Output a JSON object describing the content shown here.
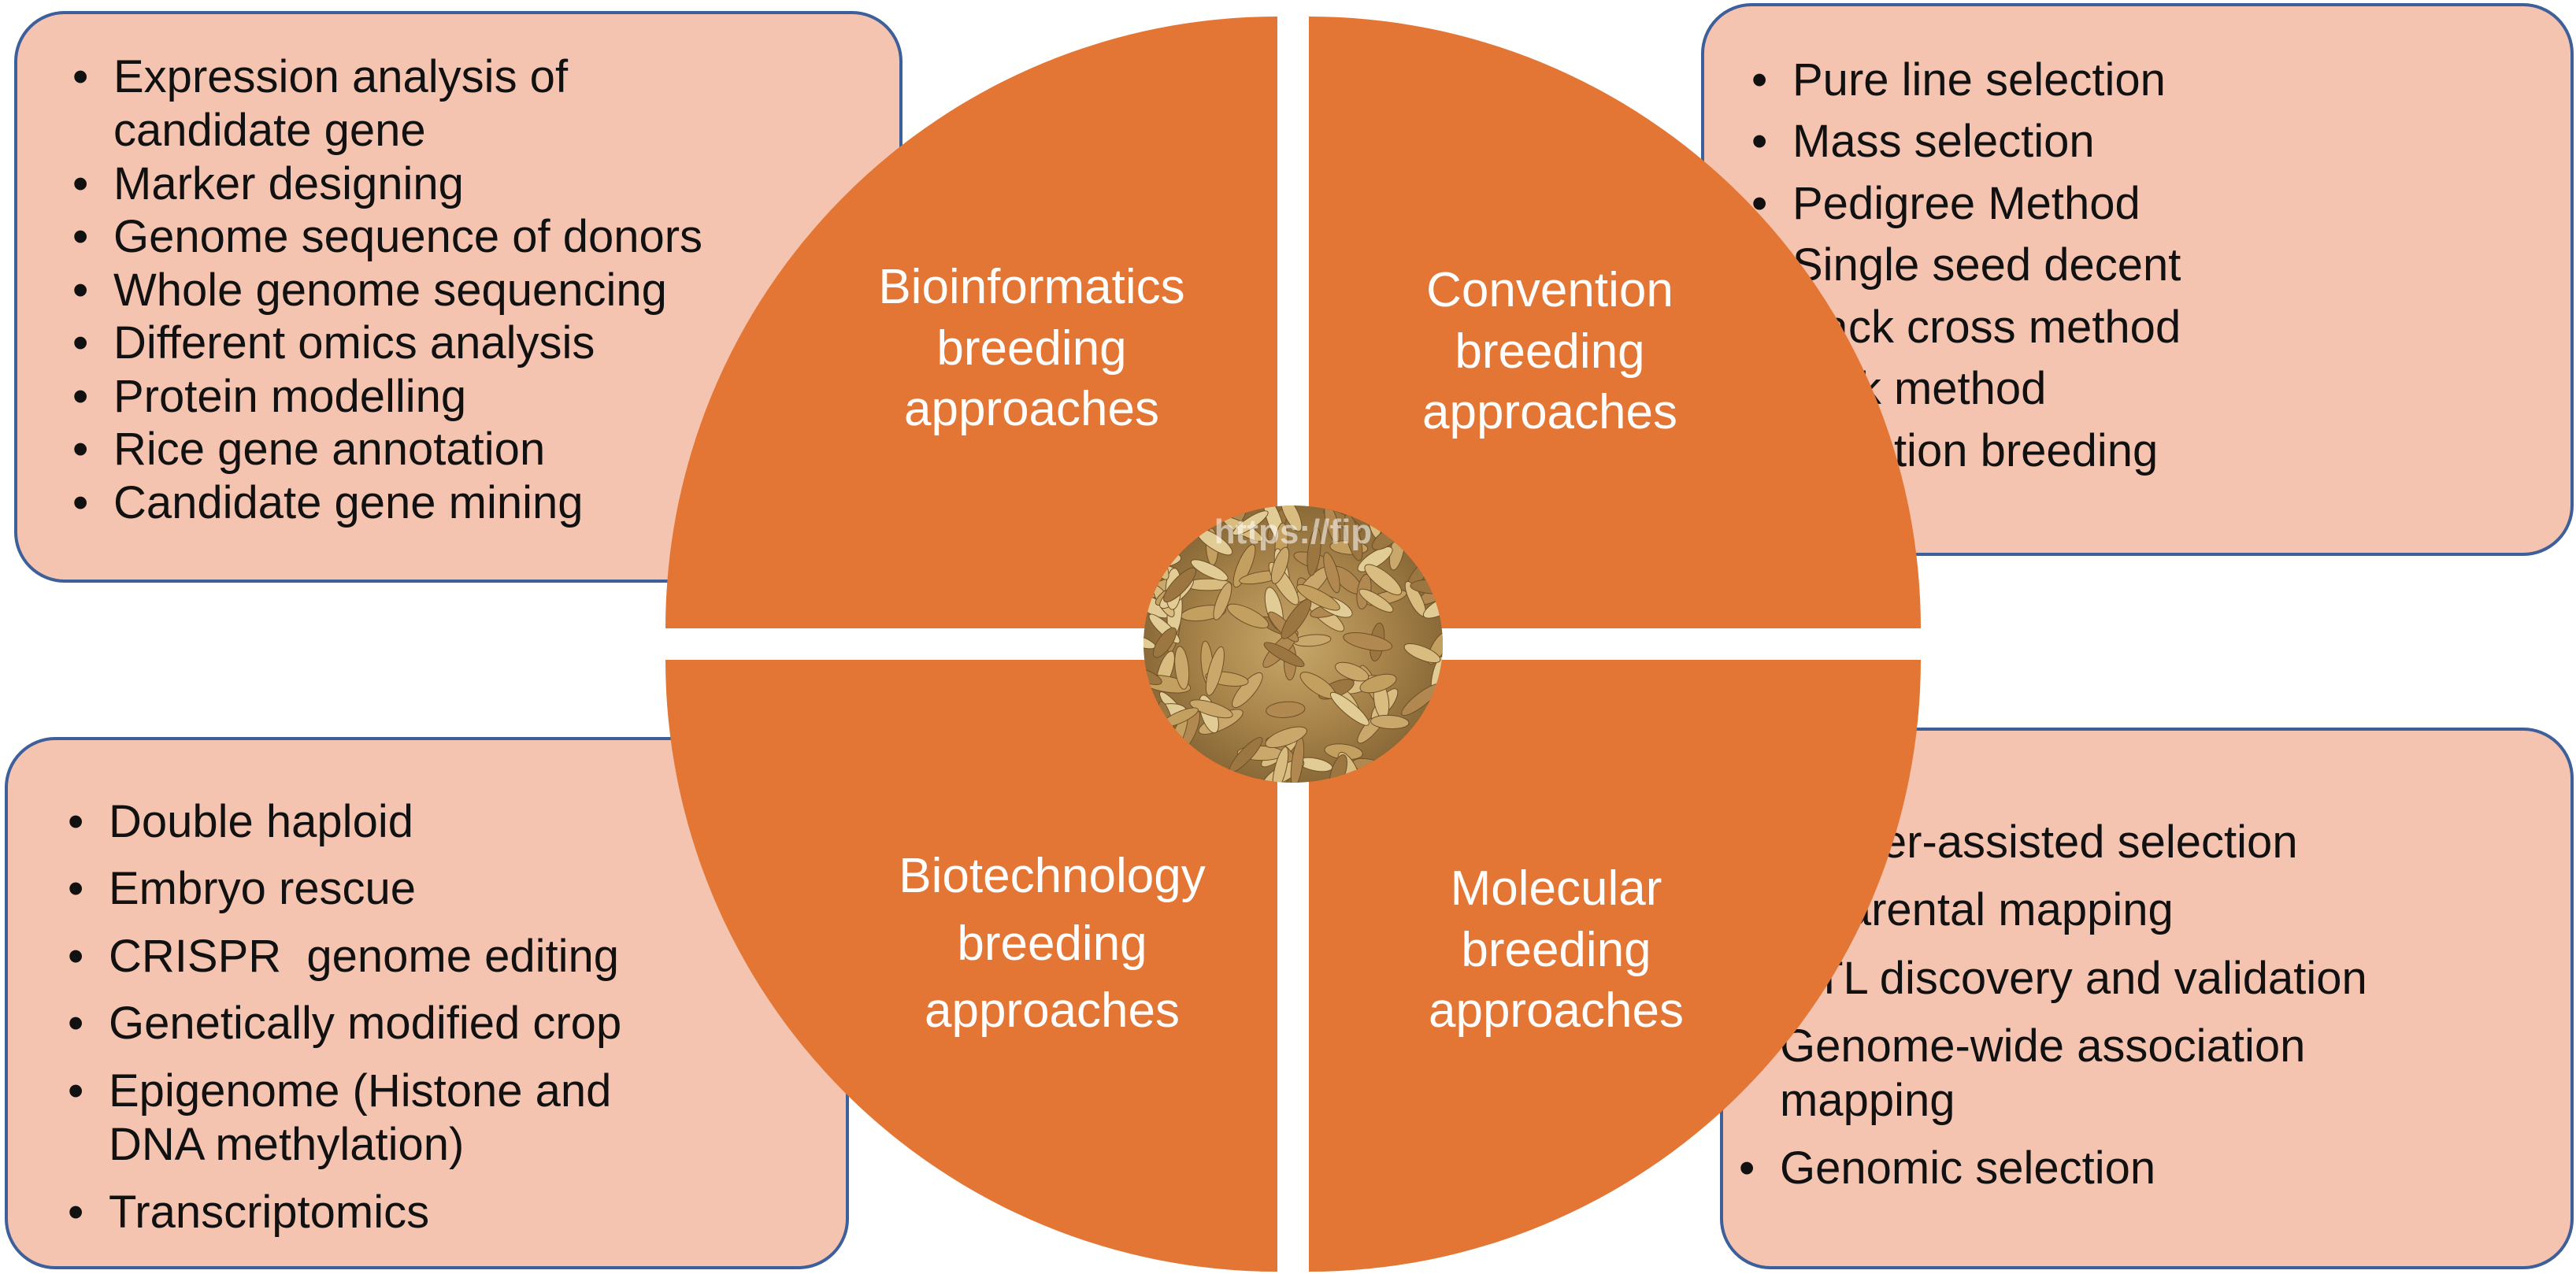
{
  "colors": {
    "quadrant_fill": "#e37634",
    "panel_fill": "#f4c4b0",
    "panel_border": "#3d5f9a",
    "label_text": "#ffffff"
  },
  "quadrants": {
    "top_left": "Bioinformatics\nbreeding\napproaches",
    "top_right": "Convention\nbreeding\napproaches",
    "bottom_left": "Biotechnology\nbreeding\napproaches",
    "bottom_right": "Molecular\nbreeding\napproaches"
  },
  "center_image": {
    "icon": "rice-grains-photo",
    "watermark": "https://fip"
  },
  "panels": {
    "top_left": {
      "items": [
        "Expression analysis of\ncandidate gene",
        "Marker designing",
        "Genome sequence of donors",
        "Whole genome sequencing",
        "Different omics analysis",
        "Protein modelling",
        "Rice gene annotation",
        "Candidate gene mining"
      ]
    },
    "top_right": {
      "items": [
        "Pure line selection",
        "Mass selection",
        "Pedigree Method",
        "Single seed decent",
        "Back cross method",
        "Bulk method",
        "Mutation breeding"
      ]
    },
    "bottom_left": {
      "items": [
        "Double haploid",
        "Embryo rescue",
        "CRISPR  genome editing",
        "Genetically modified crop",
        "Epigenome (Histone and\nDNA methylation)",
        "Transcriptomics"
      ]
    },
    "bottom_right": {
      "items": [
        "Marker-assisted selection",
        "Biparental mapping",
        "QTL discovery and validation",
        "Genome-wide association\nmapping",
        "Genomic selection"
      ]
    }
  }
}
